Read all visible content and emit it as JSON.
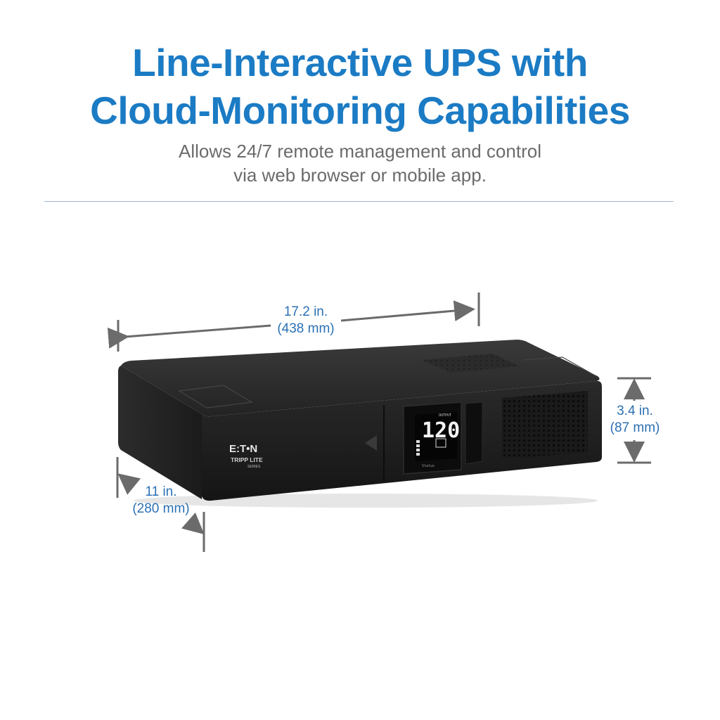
{
  "heading": {
    "line1": "Line-Interactive UPS with",
    "line2": "Cloud-Monitoring Capabilities"
  },
  "subheading": {
    "line1": "Allows 24/7 remote management and control",
    "line2": "via web browser or mobile app."
  },
  "dimensions": {
    "width": {
      "imperial": "17.2 in.",
      "metric": "(438 mm)"
    },
    "height": {
      "imperial": "3.4 in.",
      "metric": "(87 mm)"
    },
    "depth": {
      "imperial": "11 in.",
      "metric": "(280 mm)"
    }
  },
  "product": {
    "brand": "E:T•N",
    "sub_brand": "TRIPP LITE",
    "series": "SERIES",
    "display_value": "120",
    "display_label": "OUTPUT",
    "status_label": "Status"
  },
  "colors": {
    "accent_blue": "#1b7bc4",
    "dimension_blue": "#2b70b3",
    "subtitle_gray": "#6b6b6b",
    "unit_black": "#1c1c1c"
  }
}
